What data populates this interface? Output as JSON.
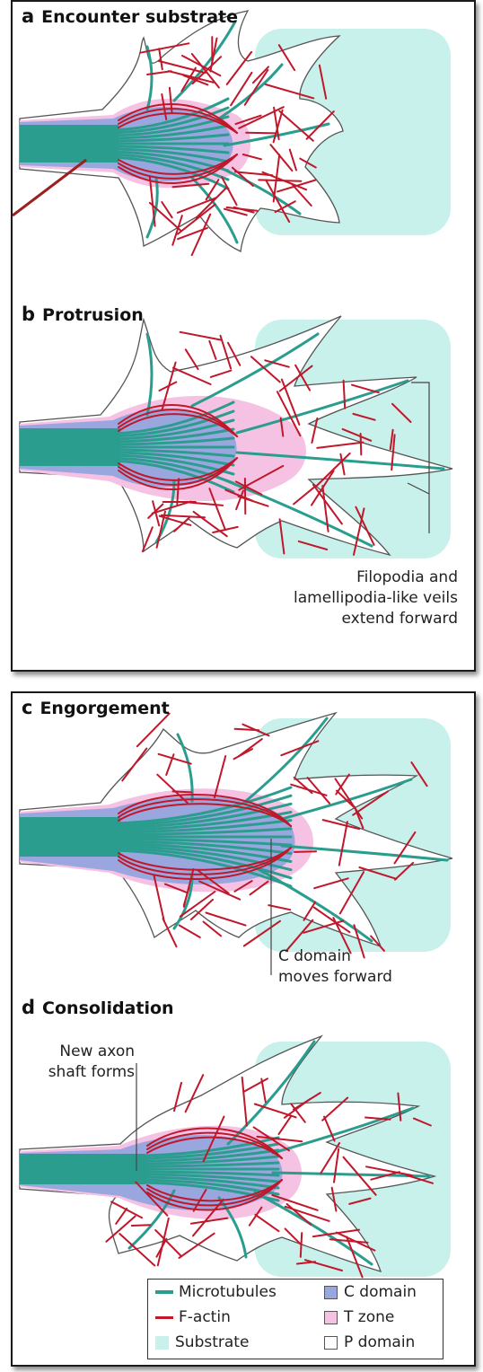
{
  "colors": {
    "microtubule": "#2a9d8f",
    "factin": "#c0172b",
    "substrate": "#c8f1ec",
    "c_domain": "#9aa6de",
    "t_zone": "#f6c2e3",
    "p_domain": "#ffffff",
    "pointer": "#9b2020"
  },
  "panels": [
    {
      "letter": "a",
      "title": "Encounter substrate"
    },
    {
      "letter": "b",
      "title": "Protrusion",
      "annotation": [
        "Filopodia and",
        "lamellipodia-like veils",
        "extend forward"
      ]
    },
    {
      "letter": "c",
      "title": "Engorgement",
      "annotation": [
        "C domain",
        "moves forward"
      ]
    },
    {
      "letter": "d",
      "title": "Consolidation",
      "annotation": [
        "New axon",
        "shaft forms"
      ]
    }
  ],
  "legend": {
    "items": [
      {
        "label": "Microtubules",
        "swatch": "line",
        "color": "#2a9d8f",
        "icon": "microtubule-line"
      },
      {
        "label": "C domain",
        "swatch": "box",
        "color": "#9aa6de",
        "icon": "c-domain-box"
      },
      {
        "label": "F-actin",
        "swatch": "line",
        "color": "#c0172b",
        "icon": "factin-line"
      },
      {
        "label": "T zone",
        "swatch": "box",
        "color": "#f6c2e3",
        "icon": "t-zone-box"
      },
      {
        "label": "Substrate",
        "swatch": "box",
        "color": "#c8f1ec",
        "icon": "substrate-box"
      },
      {
        "label": "P domain",
        "swatch": "box",
        "color": "#ffffff",
        "icon": "p-domain-box"
      }
    ]
  }
}
